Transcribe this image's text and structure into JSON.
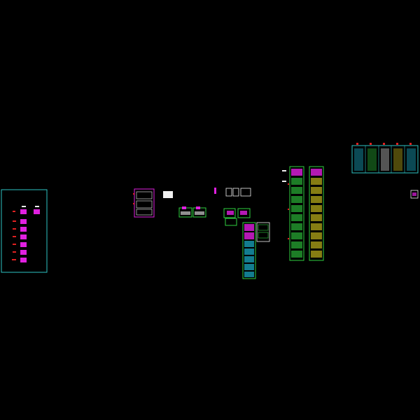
{
  "canvas": {
    "background": "#000000"
  },
  "palette": {
    "frame": "#2ec4c4",
    "magenta": "#e020e0",
    "red": "#e02020",
    "green": "#30d040",
    "yellow": "#e0d020",
    "white": "#f0f0f0",
    "cyan": "#20d0f0",
    "blue": "#3060e0"
  },
  "sheets": {
    "legend_panel": "legend-panel",
    "floor_plan_strips": [
      "plan-strip-a",
      "plan-strip-b",
      "plan-strip-c"
    ],
    "detail_grid": "detail-grid"
  }
}
